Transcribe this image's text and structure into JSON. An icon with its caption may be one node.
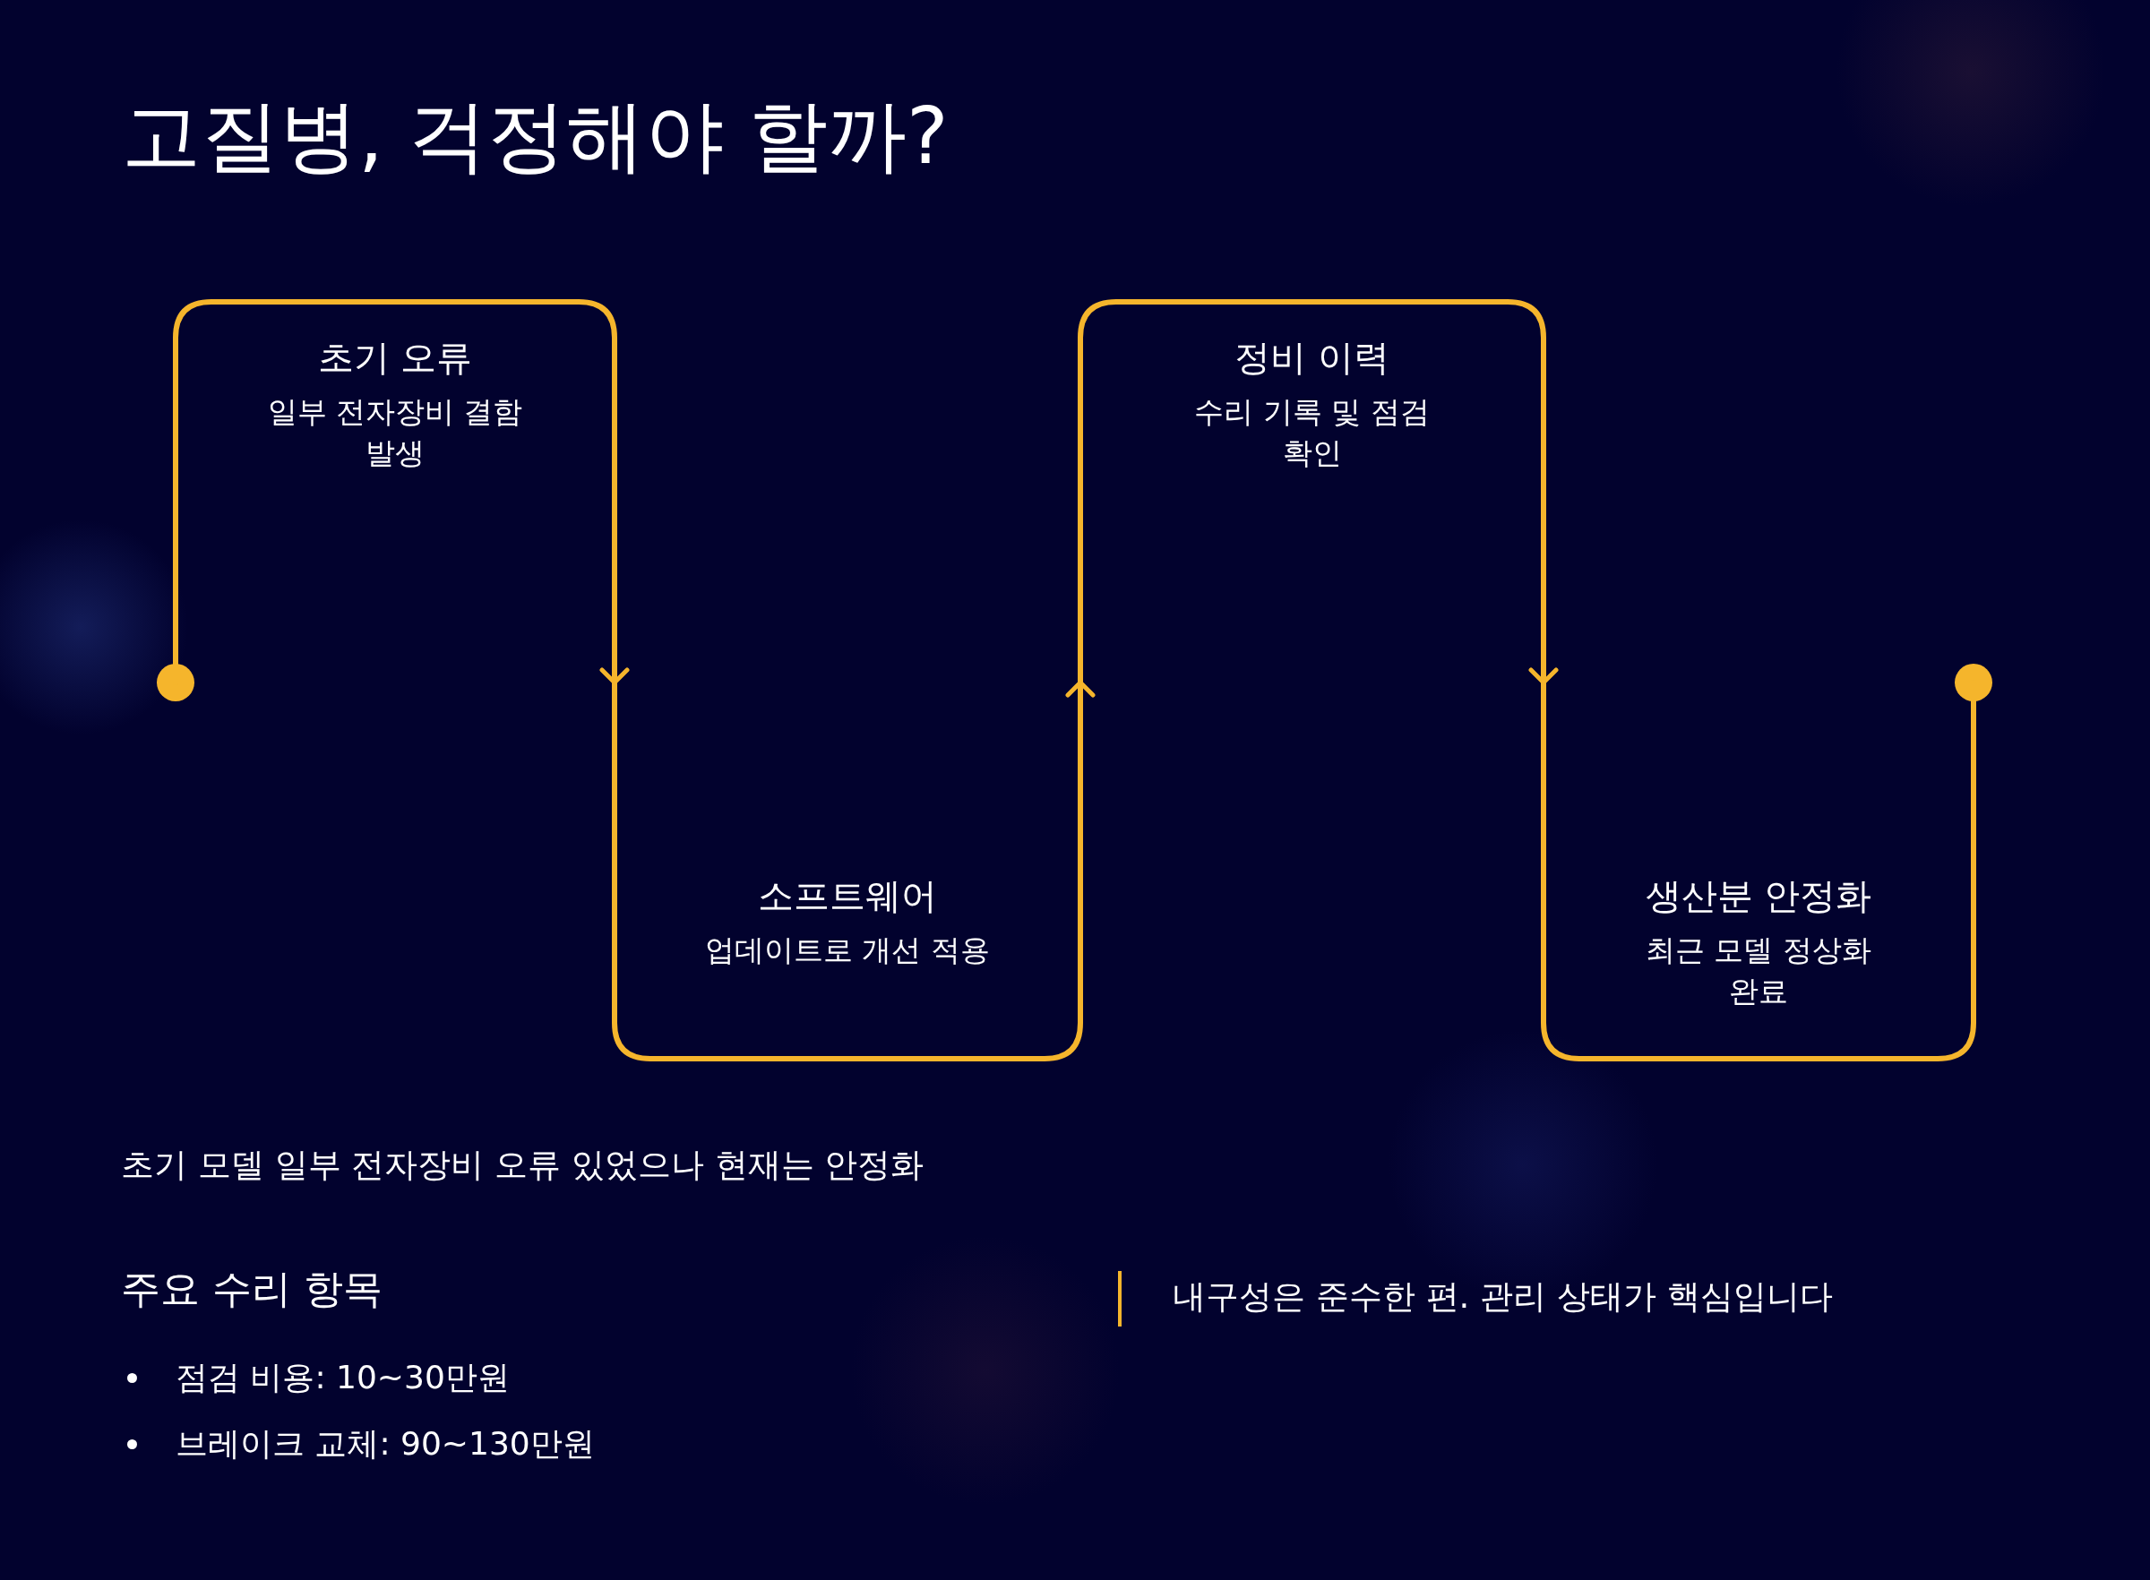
{
  "diagram": {
    "title": "고질병, 걱정해야 할까?",
    "nodes": [
      {
        "text": [
          "초기 오류",
          "일부 전자장비 결함 발생"
        ]
      },
      {
        "text": [
          "소프트웨어",
          "업데이트로 개선 적용"
        ]
      },
      {
        "text": [
          "정비 이력",
          "수리 기록 및 점검 확인"
        ]
      },
      {
        "text": [
          "생산분 안정화",
          "최근 모델 정상화 완료"
        ]
      }
    ],
    "edges": [
      {
        "from": 0,
        "to": 1,
        "arrow": "to"
      },
      {
        "from": 1,
        "to": 2,
        "arrow": "to"
      },
      {
        "from": 2,
        "to": 3,
        "arrow": "to"
      }
    ],
    "labels": [
      "초기 모델 일부 전자장비 오류 있었으나 현재는 안정화",
      "주요 수리 항목",
      "내구성은 준수한 편. 관리 상태가 핵심입니다",
      "점검 비용: 10~30만원",
      "브레이크 교체: 90~130만원"
    ]
  }
}
